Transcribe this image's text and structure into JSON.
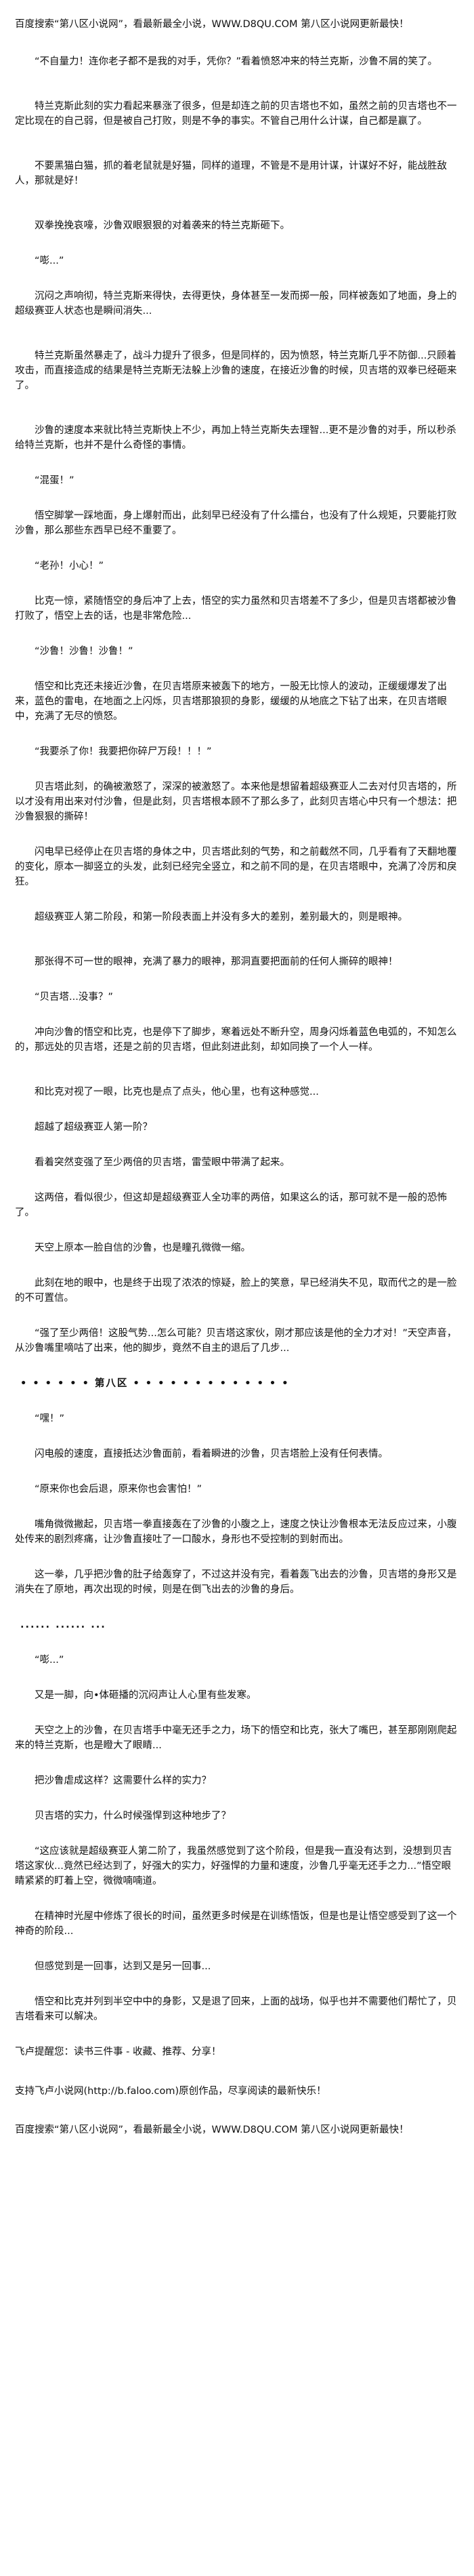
{
  "banner_top": "百度搜索“第八区小说网”，看最新最全小说，WWW.D8QU.COM  第八区小说网更新最快！",
  "paragraphs": [
    {
      "text": "“不自量力！连你老子都不是我的对手，凭你？”看着愤怒冲来的特兰克斯，沙鲁不屑的笑了。",
      "gap": "m"
    },
    {
      "text": "特兰克斯此刻的实力看起来暴涨了很多，但是却连之前的贝吉塔也不如，虽然之前的贝吉塔也不一定比现在的自己弱，但是被自己打败，则是不争的事实。不管自己用什么计谋，自己都是赢了。",
      "gap": "m"
    },
    {
      "text": "不要黑猫白猫，抓的着老鼠就是好猫，同样的道理，不管是不是用计谋，计谋好不好，能战胜敌人，那就是好！",
      "gap": "m"
    },
    {
      "text": "双拳挽挽哀嚎，沙鲁双眼狠狠的对着袭来的特兰克斯砸下。",
      "gap": "s"
    },
    {
      "text": "“嘭...”",
      "gap": "s"
    },
    {
      "text": "沉闷之声响彻，特兰克斯来得快，去得更快，身体甚至一发而掷一般，同样被轰如了地面，身上的超级赛亚人状态也是瞬间消失...",
      "gap": "m"
    },
    {
      "text": "特兰克斯虽然暴走了，战斗力提升了很多，但是同样的，因为愤怒，特兰克斯几乎不防御...只顾着攻击，而直接造成的结果是特兰克斯无法躲上沙鲁的速度，在接近沙鲁的时候，贝吉塔的双拳已经砸来了。",
      "gap": "m"
    },
    {
      "text": "沙鲁的速度本来就比特兰克斯快上不少，再加上特兰克斯失去理智...更不是沙鲁的对手，所以秒杀给特兰克斯，也并不是什么奇怪的事情。",
      "gap": "s"
    },
    {
      "text": "“混蛋！”",
      "gap": "s"
    },
    {
      "text": "悟空脚掌一踩地面，身上爆射而出，此刻早已经没有了什么擂台，也没有了什么规矩，只要能打败沙鲁，那么那些东西早已经不重要了。",
      "gap": "s"
    },
    {
      "text": "“老孙！小心！”",
      "gap": "s"
    },
    {
      "text": "比克一惊，紧随悟空的身后冲了上去，悟空的实力虽然和贝吉塔差不了多少，但是贝吉塔都被沙鲁打败了，悟空上去的话，也是非常危险...",
      "gap": "s"
    },
    {
      "text": "“沙鲁！沙鲁！沙鲁！”",
      "gap": "s"
    },
    {
      "text": "悟空和比克还未接近沙鲁，在贝吉塔原来被轰下的地方，一股无比惊人的波动，正缓缓爆发了出来，蓝色的雷电，在地面之上闪烁，贝吉塔那狼狈的身影，缓缓的从地底之下钻了出来，在贝吉塔眼中，充满了无尽的愤怒。",
      "gap": "s"
    },
    {
      "text": "“我要杀了你！我要把你碎尸万段！！！”",
      "gap": "s"
    },
    {
      "text": "贝吉塔此刻，的确被激怒了，深深的被激怒了。本来他是想留着超级赛亚人二去对付贝吉塔的，所以才没有用出来对付沙鲁，但是此刻，贝吉塔根本顾不了那么多了，此刻贝吉塔心中只有一个想法：把沙鲁狠狠的撕碎！",
      "gap": "s"
    },
    {
      "text": "闪电早已经停止在贝吉塔的身体之中，贝吉塔此刻的气势，和之前截然不同，几乎看有了天翻地覆的变化，原本一脚竖立的头发，此刻已经完全竖立，和之前不同的是，在贝吉塔眼中，充满了冷厉和戾狂。",
      "gap": "s"
    },
    {
      "text": "超级赛亚人第二阶段，和第一阶段表面上并没有多大的差别，差别最大的，则是眼神。",
      "gap": "m"
    },
    {
      "text": "那张得不可一世的眼神，充满了暴力的眼神，那洞直要把面前的任何人撕碎的眼神！",
      "gap": "s"
    },
    {
      "text": "“贝吉塔...没事？”",
      "gap": "s"
    },
    {
      "text": "冲向沙鲁的悟空和比克，也是停下了脚步，寒着远处不断升空，周身闪烁着蓝色电弧的，不知怎么的，那远处的贝吉塔，还是之前的贝吉塔，但此刻进此刻，却如同换了一个人一样。",
      "gap": "m"
    },
    {
      "text": "和比克对视了一眼，比克也是点了点头，他心里，也有这种感觉...",
      "gap": "s"
    },
    {
      "text": "超越了超级赛亚人第一阶？",
      "gap": "s"
    },
    {
      "text": "看着突然变强了至少两倍的贝吉塔，雷莹眼中带满了起来。",
      "gap": "s"
    },
    {
      "text": "这两倍，看似很少，但这却是超级赛亚人全功率的两倍，如果这么的话，那可就不是一般的恐怖了。",
      "gap": "s"
    },
    {
      "text": "天空上原本一脸自信的沙鲁，也是瞳孔微微一缩。",
      "gap": "s"
    },
    {
      "text": "此刻在地的眼中，也是终于出现了浓浓的惊疑，脸上的笑意，早已经消失不见，取而代之的是一脸的不可置信。",
      "gap": "s"
    },
    {
      "text": "“强了至少两倍！这股气势...怎么可能？贝吉塔这家伙，刚才那应该是他的全力才对！”天空声音，从沙鲁嘴里嘀咕了出来，他的脚步，竟然不自主的退后了几步...",
      "gap": "s"
    },
    {
      "text": "• • • • • • 第八区 • • • • • • • • • • • • •",
      "gap": "s",
      "sep": true
    },
    {
      "text": "“嘿！”",
      "gap": "s"
    },
    {
      "text": "闪电般的速度，直接抵达沙鲁面前，看着瞬进的沙鲁，贝吉塔脸上没有任何表情。",
      "gap": "s"
    },
    {
      "text": "“原来你也会后退，原来你也会害怕！”",
      "gap": "s"
    },
    {
      "text": "嘴角微微撇起，贝吉塔一拳直接轰在了沙鲁的小腹之上，速度之快让沙鲁根本无法反应过来，小腹处传来的剧烈疼痛，让沙鲁直接吐了一口酸水，身形也不受控制的到射而出。",
      "gap": "s"
    },
    {
      "text": "这一拳，几乎把沙鲁的肚子给轰穿了，不过这并没有完，看着轰飞出去的沙鲁，贝吉塔的身形又是消失在了原地，再次出现的时候，则是在倒飞出去的沙鲁的身后。",
      "gap": "s"
    },
    {
      "text": "...... ...... ...",
      "gap": "s",
      "sep": true
    },
    {
      "text": "“嘭...”",
      "gap": "s"
    },
    {
      "text": "又是一脚，向•体砸播的沉闷声让人心里有些发寒。",
      "gap": "s"
    },
    {
      "text": "天空之上的沙鲁，在贝吉塔手中毫无还手之力，场下的悟空和比克，张大了嘴巴，甚至那刚刚爬起来的特兰克斯，也是瞪大了眼睛...",
      "gap": "s"
    },
    {
      "text": "把沙鲁虐成这样？这需要什么样的实力？",
      "gap": "s"
    },
    {
      "text": "贝吉塔的实力，什么时候强悍到这种地步了？",
      "gap": "s"
    },
    {
      "text": "“这应该就是超级赛亚人第二阶了，我虽然感觉到了这个阶段，但是我一直没有达到，没想到贝吉塔这家伙...竟然已经达到了，好强大的实力，好强悍的力量和速度，沙鲁几乎毫无还手之力...”悟空眼睛紧紧的盯着上空，微微喃喃道。",
      "gap": "s"
    },
    {
      "text": "在精神时光屋中修炼了很长的时间，虽然更多时候是在训练悟饭，但是也是让悟空感受到了这一个神奇的阶段...",
      "gap": "s"
    },
    {
      "text": "但感觉到是一回事，达到又是另一回事...",
      "gap": "s"
    },
    {
      "text": "悟空和比克并列到半空中中的身影，又是退了回来，上面的战场，似乎也并不需要他们帮忙了，贝吉塔看来可以解决。",
      "gap": "s"
    }
  ],
  "footer_reminder": "飞卢提醒您：读书三件事 - 收藏、推荐、分享！",
  "footer_support": "支持飞卢小说网(http://b.faloo.com)原创作品，尽享阅读的最新快乐！",
  "banner_bottom": "百度搜索“第八区小说网”，看最新最全小说，WWW.D8QU.COM  第八区小说网更新最快！"
}
